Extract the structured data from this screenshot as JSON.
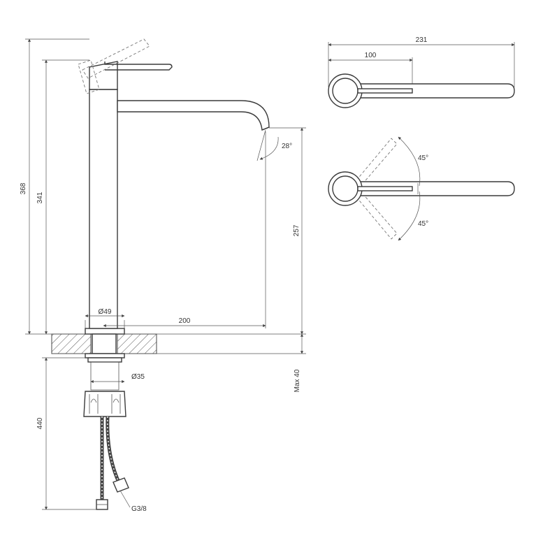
{
  "labels": {
    "total_height": "368",
    "body_height": "341",
    "outlet_height": "257",
    "spout_angle": "28°",
    "base_diameter": "Ø49",
    "spout_reach": "200",
    "mount_diameter": "Ø35",
    "max_worktop": "Max 40",
    "hose_length": "440",
    "hose_thread": "G3/8",
    "top_length": "231",
    "top_pivot_offset": "100",
    "rotation_up": "45°",
    "rotation_down": "45°"
  }
}
